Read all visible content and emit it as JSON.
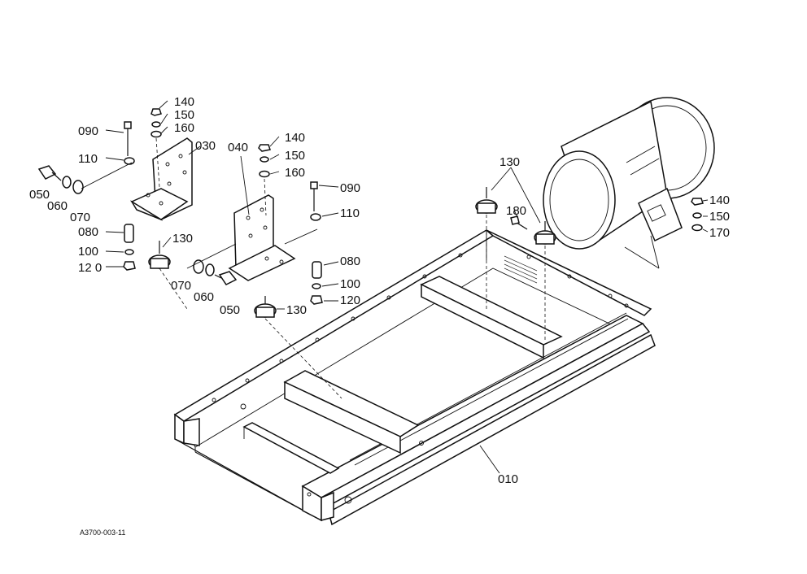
{
  "drawing_ref": "A3700-003-11",
  "labels": {
    "p010": "010",
    "p030": "030",
    "p040": "040",
    "p050_a": "050",
    "p050_b": "050",
    "p060_a": "060",
    "p060_b": "060",
    "p070_a": "070",
    "p070_b": "070",
    "p080_a": "080",
    "p080_b": "080",
    "p090_a": "090",
    "p090_b": "090",
    "p100_a": "100",
    "p100_b": "100",
    "p110_a": "110",
    "p110_b": "110",
    "p120_a": "12 0",
    "p120_b": "120",
    "p130_a": "130",
    "p130_b": "130",
    "p130_c": "130",
    "p140_a": "140",
    "p140_b": "140",
    "p140_c": "140",
    "p150_a": "150",
    "p150_b": "150",
    "p150_c": "150",
    "p160_a": "160",
    "p160_b": "160",
    "p170": "170",
    "p180": "180"
  }
}
